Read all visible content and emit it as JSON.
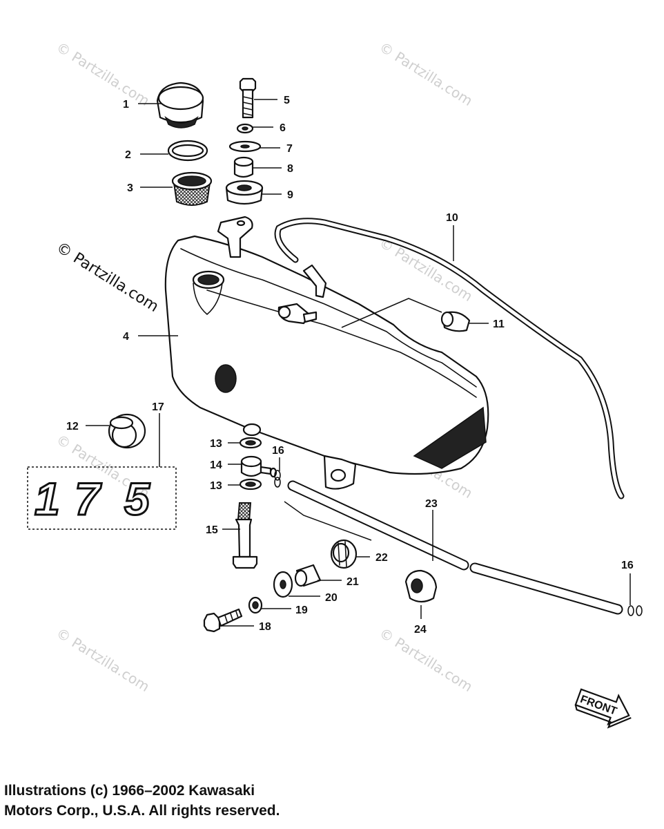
{
  "watermarks": [
    {
      "id": "wm1",
      "text": "© Partzilla.com"
    },
    {
      "id": "wm2",
      "text": "© Partzilla.com"
    },
    {
      "id": "wm3",
      "text": "© Partzilla.com"
    },
    {
      "id": "wm4",
      "text": "© Partzilla.com"
    },
    {
      "id": "wm5",
      "text": "© Partzilla.com"
    },
    {
      "id": "wm6",
      "text": "© Partzilla.com"
    },
    {
      "id": "wm7",
      "text": "© Partzilla.com"
    },
    {
      "id": "wm8",
      "text": "© Partzilla.com"
    }
  ],
  "callouts": [
    {
      "id": "c1",
      "text": "1"
    },
    {
      "id": "c2",
      "text": "2"
    },
    {
      "id": "c3",
      "text": "3"
    },
    {
      "id": "c4",
      "text": "4"
    },
    {
      "id": "c5",
      "text": "5"
    },
    {
      "id": "c6",
      "text": "6"
    },
    {
      "id": "c7",
      "text": "7"
    },
    {
      "id": "c8",
      "text": "8"
    },
    {
      "id": "c9",
      "text": "9"
    },
    {
      "id": "c10",
      "text": "10"
    },
    {
      "id": "c11",
      "text": "11"
    },
    {
      "id": "c12",
      "text": "12"
    },
    {
      "id": "c13a",
      "text": "13"
    },
    {
      "id": "c13b",
      "text": "13"
    },
    {
      "id": "c14",
      "text": "14"
    },
    {
      "id": "c15",
      "text": "15"
    },
    {
      "id": "c16a",
      "text": "16"
    },
    {
      "id": "c16b",
      "text": "16"
    },
    {
      "id": "c17",
      "text": "17"
    },
    {
      "id": "c18",
      "text": "18"
    },
    {
      "id": "c19",
      "text": "19"
    },
    {
      "id": "c20",
      "text": "20"
    },
    {
      "id": "c21",
      "text": "21"
    },
    {
      "id": "c22",
      "text": "22"
    },
    {
      "id": "c23",
      "text": "23"
    },
    {
      "id": "c24",
      "text": "24"
    }
  ],
  "emblem": {
    "digits": [
      "1",
      "7",
      "5"
    ]
  },
  "front_arrow": {
    "label": "FRONT"
  },
  "copyright": {
    "line1": "Illustrations (c) 1966–2002 Kawasaki",
    "line2": "Motors Corp., U.S.A.  All rights reserved."
  }
}
